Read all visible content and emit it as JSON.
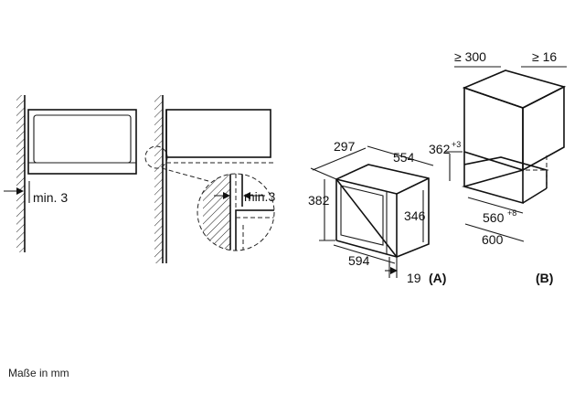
{
  "labels": {
    "min_left": "min. 3",
    "min_detail": "min.3",
    "d297": "297",
    "d554": "554",
    "d382": "382",
    "d346": "346",
    "d594": "594",
    "d19": "19",
    "label_a": "(A)",
    "d300": "≥ 300",
    "d16": "≥ 16",
    "d362": "362",
    "d362_sup": "+3",
    "d560": "560",
    "d560_sup": "+8",
    "d600": "600",
    "label_b": "(B)"
  },
  "footer": "Maße in mm"
}
